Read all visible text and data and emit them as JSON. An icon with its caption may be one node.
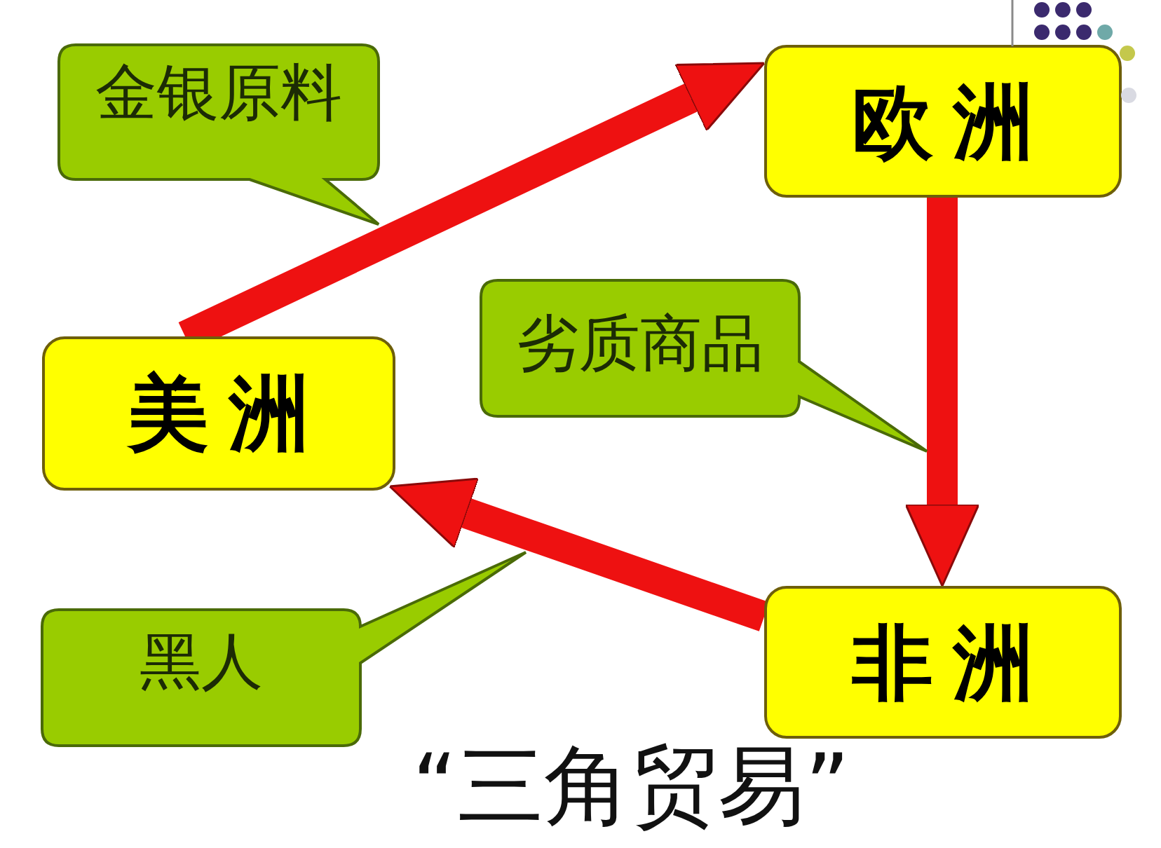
{
  "diagram": {
    "caption": "“三角贸易”",
    "nodes": [
      {
        "text": [
          "金银原料"
        ]
      },
      {
        "text": [
          "欧洲"
        ]
      },
      {
        "text": [
          "劣质商品"
        ]
      },
      {
        "text": [
          "美洲"
        ]
      },
      {
        "text": [
          "非洲"
        ]
      },
      {
        "text": [
          "黑人"
        ]
      }
    ],
    "edges": [
      {
        "from": 3,
        "to": 1,
        "arrow": "to"
      },
      {
        "from": 1,
        "to": 4,
        "arrow": "to"
      },
      {
        "from": 4,
        "to": 3,
        "arrow": "to"
      }
    ]
  }
}
